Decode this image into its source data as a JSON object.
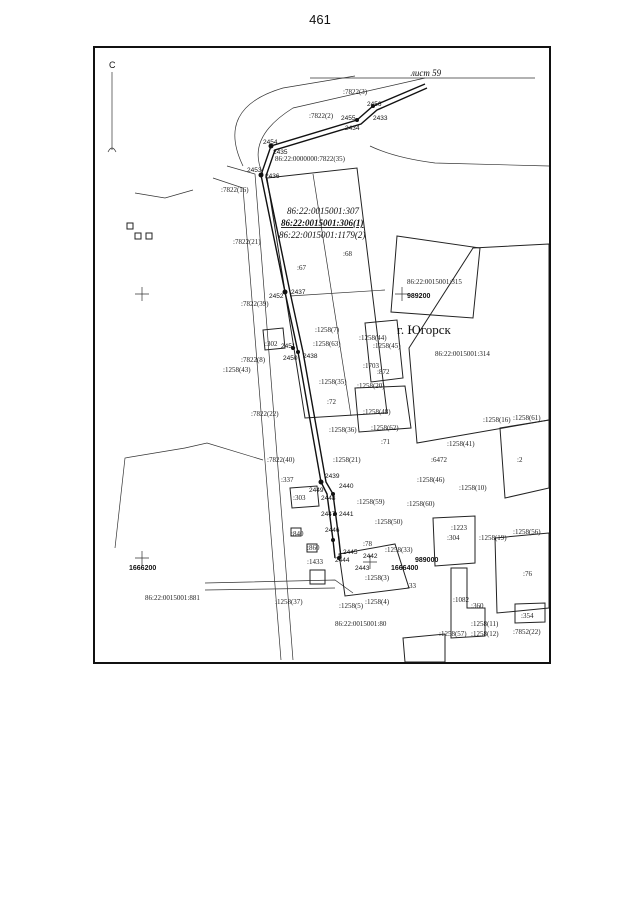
{
  "page_number": "461",
  "north": "С",
  "sheet_ref": "лист 59",
  "town": "г. Югорск",
  "coords": {
    "x1": "989200",
    "x2": "989000",
    "y1": "1666200",
    "y2": "1666400"
  },
  "cadastral_big": {
    "a": "86:22:0015001:307",
    "b": "86:22:0015001:306(1)",
    "c": "86:22:0015001:1179(2)"
  },
  "cadastral": {
    "c315": "86:22:0015001:315",
    "c314": "86:22:0015001:314",
    "c881": "86:22:0015001:881",
    "c80": "86:22:0015001:80",
    "c7822_35": "86:22:0000000:7822(35)"
  },
  "parcels": {
    "p7822_3": ":7822(3)",
    "p7822_2": ":7822(2)",
    "p7822_16": ":7822(16)",
    "p7822_21": ":7822(21)",
    "p7822_39": ":7822(39)",
    "p7822_8": ":7822(8)",
    "p7822_22": ":7822(22)",
    "p7822_40": ":7822(40)",
    "p67": ":67",
    "p68": ":68",
    "p302": ":302",
    "p1258_7": ":1258(7)",
    "p1258_63": ":1258(63)",
    "p1258_44": ":1258(44)",
    "p1258_45": ":1258(45)",
    "p1258_35": ":1258(35)",
    "p1703": ":1703",
    "p872": ":872",
    "p1258_20": ":1258(20)",
    "p72": ":72",
    "p1258_48": ":1258(48)",
    "p1258_36": ":1258(36)",
    "p1258_62": ":1258(62)",
    "p71": ":71",
    "p1258_21": ":1258(21)",
    "p1258_16": ":1258(16)",
    "p1258_61": ":1258(61)",
    "p1258_41": ":1258(41)",
    "p6472": ":6472",
    "p2": ":2",
    "p1258_46": ":1258(46)",
    "p1258_10": ":1258(10)",
    "p337": ":337",
    "p303": ":303",
    "p1258_59": ":1258(59)",
    "p1258_60": ":1258(60)",
    "p1258_50": ":1258(50)",
    "p1223": ":1223",
    "p304": ":304",
    "p1258_19": ":1258(19)",
    "p1258_56": ":1258(56)",
    "p840": ":840",
    "p860": ":860",
    "p78": ":78",
    "p1258_33": ":1258(33)",
    "p1433": ":1433",
    "p1258_3": ":1258(3)",
    "p33": ":33",
    "p76": ":76",
    "p1258_37": ":1258(37)",
    "p1258_4": ":1258(4)",
    "p1258_5": ":1258(5)",
    "p1082": ":1082",
    "p360": ":360",
    "p354": ":354",
    "p1258_11": ":1258(11)",
    "p1258_57": ":1258(57)",
    "p1258_12": ":1258(12)",
    "p7852_22": ":7852(22)"
  },
  "points": {
    "pt2456": "2456",
    "pt2455": "2455",
    "pt2433": "2433",
    "pt2434": "2434",
    "pt2454": "2454",
    "pt2435": "2435",
    "pt2453": "2453",
    "pt2436": "2436",
    "pt2452": "2452",
    "pt2437": "2437",
    "pt2451": "2451",
    "pt2450": "2450",
    "pt2438": "2438",
    "pt2439": "2439",
    "pt2449": "2449",
    "pt2440": "2440",
    "pt2448": "2448",
    "pt2447": "2447",
    "pt2441": "2441",
    "pt2446": "2446",
    "pt2445": "2445",
    "pt2444": "2444",
    "pt2442": "2442",
    "pt2443": "2443"
  }
}
